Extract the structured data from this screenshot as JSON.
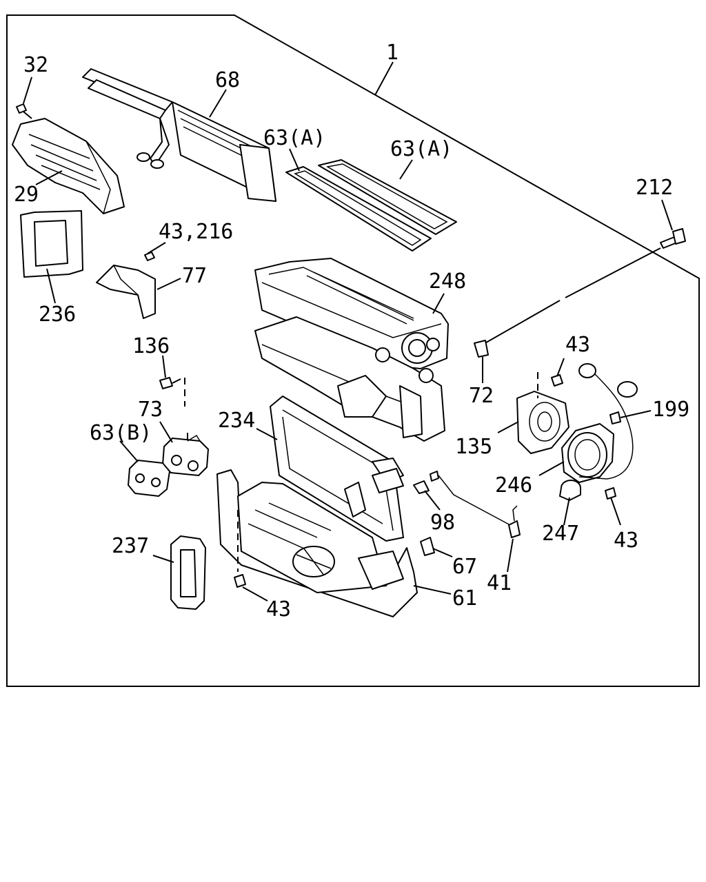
{
  "callouts": {
    "c1": "1",
    "c32": "32",
    "c68": "68",
    "c63a_1": "63(A)",
    "c63a_2": "63(A)",
    "c212": "212",
    "c29": "29",
    "c43_216": "43,216",
    "c77": "77",
    "c236": "236",
    "c248": "248",
    "c136": "136",
    "c43_a": "43",
    "c72": "72",
    "c199": "199",
    "c73": "73",
    "c234": "234",
    "c63b": "63(B)",
    "c135": "135",
    "c246": "246",
    "c98": "98",
    "c247": "247",
    "c43_b": "43",
    "c237": "237",
    "c67": "67",
    "c41": "41",
    "c61": "61",
    "c43_c": "43"
  }
}
